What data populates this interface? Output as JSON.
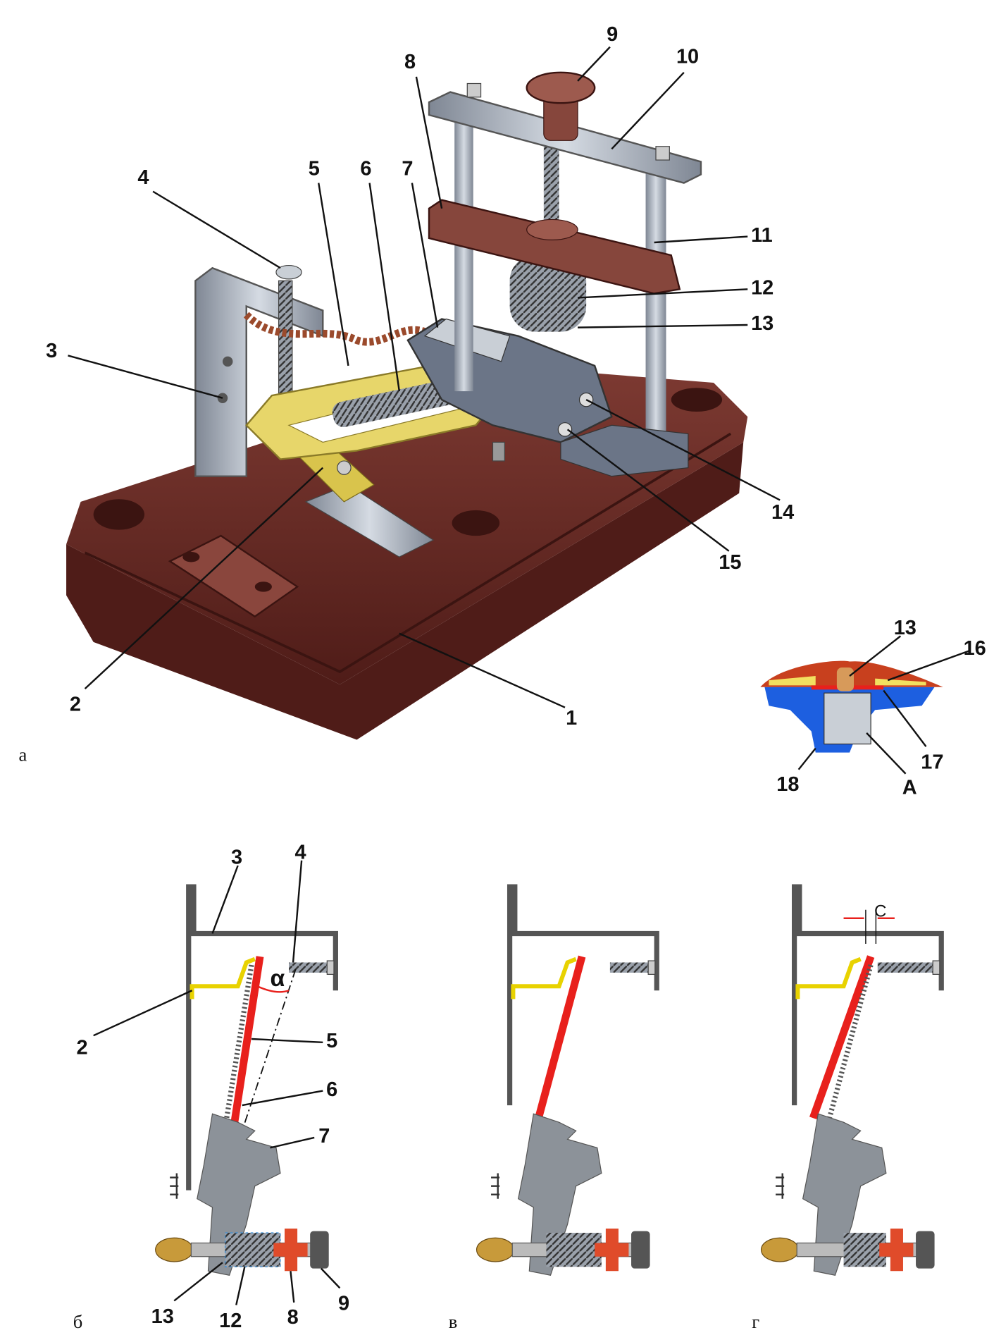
{
  "colors": {
    "base": "#6e2a24",
    "metal": "#a9b0bb",
    "yellow": "#e7d66a",
    "red": "#e8201c",
    "blue": "#1d5fe0"
  },
  "figure_a": {
    "caption": "а",
    "labels": {
      "l1": "1",
      "l2": "2",
      "l3": "3",
      "l4": "4",
      "l5": "5",
      "l6": "6",
      "l7": "7",
      "l8": "8",
      "l9": "9",
      "l10": "10",
      "l11": "11",
      "l12": "12",
      "l13": "13",
      "l14": "14",
      "l15": "15"
    }
  },
  "detail": {
    "labels": {
      "l13": "13",
      "l16": "16",
      "l17": "17",
      "l18": "18",
      "lA": "A"
    }
  },
  "figure_b": {
    "caption": "б",
    "angle_label": "α",
    "labels": {
      "l2": "2",
      "l3": "3",
      "l4": "4",
      "l5": "5",
      "l6": "6",
      "l7": "7",
      "l8": "8",
      "l9": "9",
      "l12": "12",
      "l13": "13"
    }
  },
  "figure_v": {
    "caption": "в"
  },
  "figure_g": {
    "caption": "г",
    "gap_label": "C"
  }
}
